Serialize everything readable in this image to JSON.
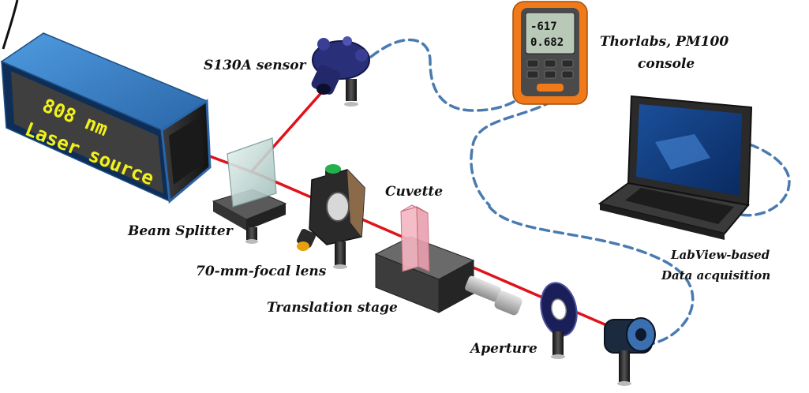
{
  "labels": {
    "laser_line1": "808 nm",
    "laser_line2": "Laser source",
    "sensor": "S130A sensor",
    "console_line1": "Thorlabs, PM100",
    "console_line2": "console",
    "beam_splitter": "Beam Splitter",
    "lens": "70-mm-focal lens",
    "cuvette": "Cuvette",
    "translation_stage": "Translation stage",
    "aperture": "Aperture",
    "daq_line1": "LabView-based",
    "daq_line2": "Data acquisition"
  },
  "console_display": {
    "reading1": "-617",
    "reading2": "0.682"
  },
  "colors": {
    "laser_beam": "#e0121a",
    "cable": "#4a7bb0",
    "laser_box": "#3a7fc8",
    "laser_text": "#f2f21a",
    "console_orange": "#f07a1a"
  }
}
